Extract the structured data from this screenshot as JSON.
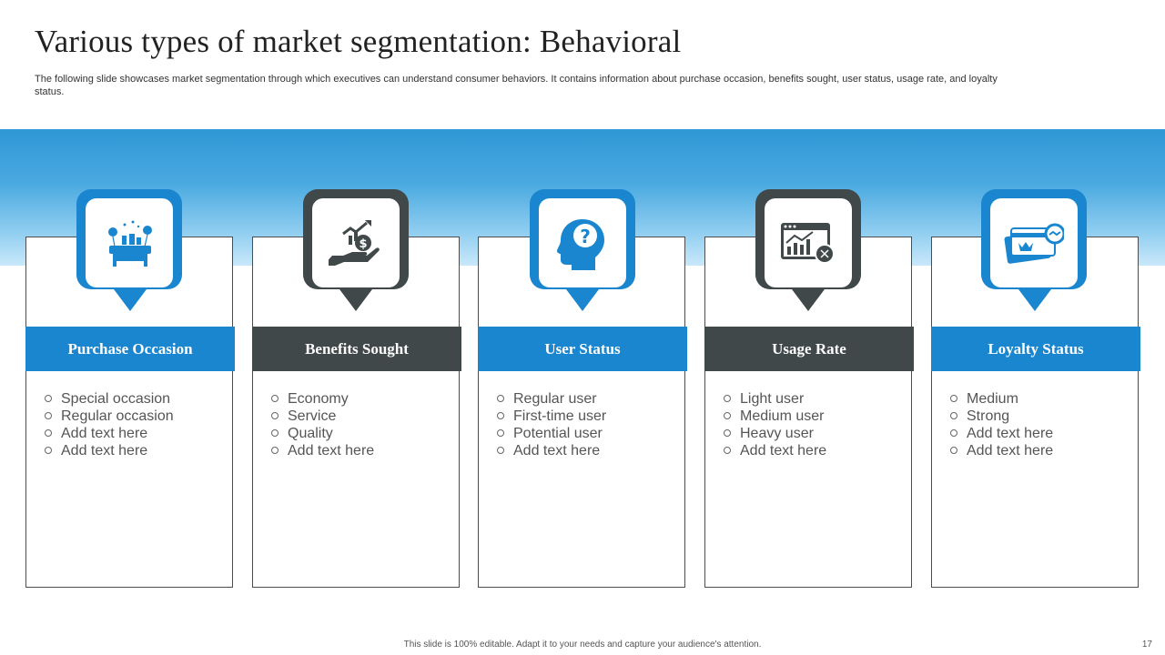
{
  "title": "Various types of market segmentation: Behavioral",
  "subtitle": "The following slide showcases market segmentation through which executives can understand consumer behaviors. It contains information about purchase occasion, benefits sought, user status, usage rate, and loyalty status.",
  "colors": {
    "accent_blue": "#1a86cf",
    "accent_dark": "#414849",
    "band_top": "#2f97d6",
    "band_bottom": "#c9e8fa"
  },
  "cards": [
    {
      "heading": "Purchase Occasion",
      "icon": "celebration-table-icon",
      "items": [
        "Special occasion",
        "Regular occasion",
        "Add text here",
        "Add text here"
      ]
    },
    {
      "heading": "Benefits Sought",
      "icon": "hand-money-growth-icon",
      "items": [
        "Economy",
        "Service",
        "Quality",
        "Add text here"
      ]
    },
    {
      "heading": "User Status",
      "icon": "head-question-icon",
      "items": [
        "Regular user",
        "First-time user",
        "Potential user",
        "Add text here"
      ]
    },
    {
      "heading": "Usage Rate",
      "icon": "analytics-dashboard-icon",
      "items": [
        "Light user",
        "Medium user",
        "Heavy user",
        "Add text here"
      ]
    },
    {
      "heading": "Loyalty Status",
      "icon": "loyalty-card-icon",
      "items": [
        "Medium",
        "Strong",
        "Add text here",
        "Add text here"
      ]
    }
  ],
  "footer": "This slide is 100% editable.  Adapt it to your needs and capture your audience's attention.",
  "page_number": "17"
}
